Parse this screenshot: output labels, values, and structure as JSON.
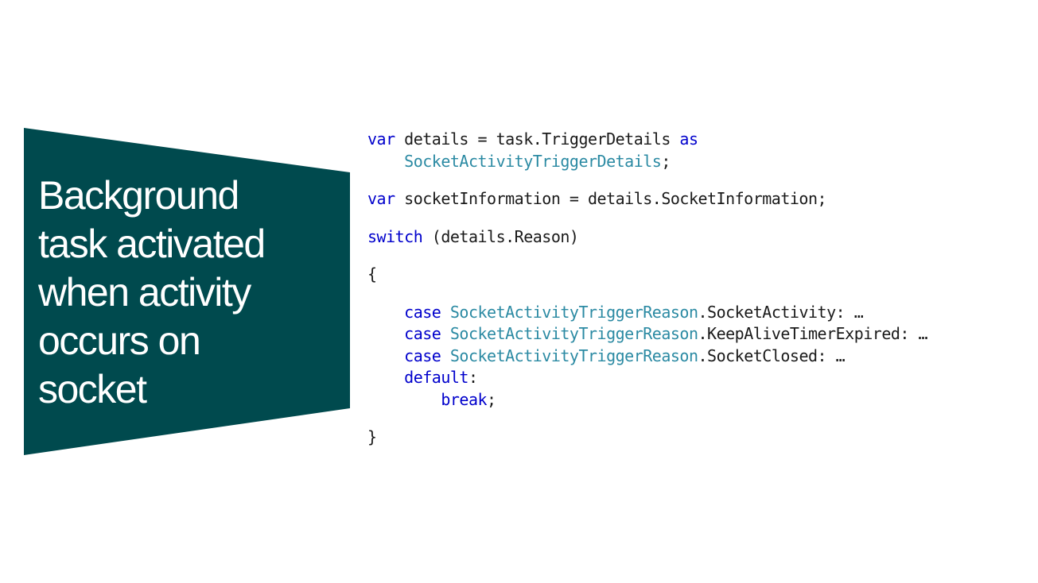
{
  "slide": {
    "title_lines": [
      "Background",
      "task activated",
      "when activity",
      "occurs on",
      "socket"
    ],
    "colors": {
      "panel": "#004a4e",
      "keyword": "#0000cc",
      "type": "#2b8aa3",
      "text": "#1a1a1a"
    }
  },
  "code": {
    "line1": {
      "kw_var": "var",
      "text1": " details = task.TriggerDetails ",
      "kw_as": "as"
    },
    "line2": {
      "indent": "    ",
      "type": "SocketActivityTriggerDetails",
      "text": ";"
    },
    "line3": {
      "kw_var": "var",
      "text": " socketInformation = details.SocketInformation;"
    },
    "line4": {
      "kw_switch": "switch",
      "text": " (details.Reason)"
    },
    "line5": {
      "text": "{"
    },
    "case1": {
      "indent": "    ",
      "kw": "case",
      "sp": " ",
      "type": "SocketActivityTriggerReason",
      "text": ".SocketActivity: …"
    },
    "case2": {
      "indent": "    ",
      "kw": "case",
      "sp": " ",
      "type": "SocketActivityTriggerReason",
      "text": ".KeepAliveTimerExpired: …"
    },
    "case3": {
      "indent": "    ",
      "kw": "case",
      "sp": " ",
      "type": "SocketActivityTriggerReason",
      "text": ".SocketClosed: …"
    },
    "default": {
      "indent": "    ",
      "kw": "default",
      "text": ":"
    },
    "break": {
      "indent": "        ",
      "kw": "break",
      "text": ";"
    },
    "close": {
      "text": "}"
    }
  }
}
